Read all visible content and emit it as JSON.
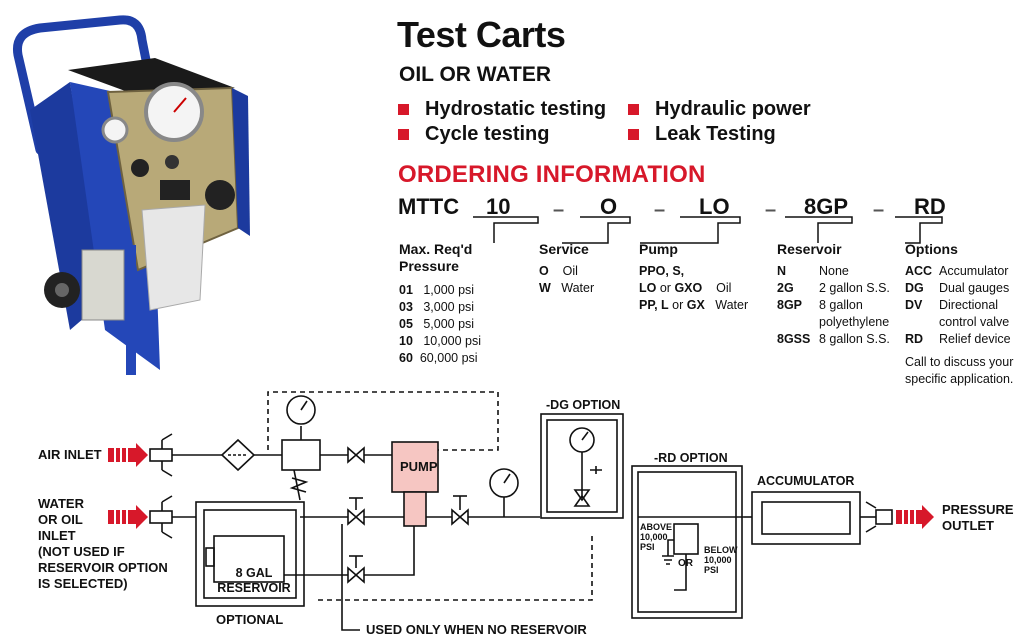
{
  "header": {
    "title": "Test Carts",
    "subtitle": "OIL OR WATER",
    "features": [
      "Hydrostatic testing",
      "Hydraulic power",
      "Cycle testing",
      "Leak Testing"
    ]
  },
  "ordering": {
    "heading": "ORDERING INFORMATION",
    "model": "MTTC",
    "codes": [
      "10",
      "O",
      "LO",
      "8GP",
      "RD"
    ],
    "columns": {
      "pressure": {
        "title_line1": "Max. Req'd",
        "title_line2": "Pressure",
        "rows": [
          {
            "code": "01",
            "desc": "1,000 psi"
          },
          {
            "code": "03",
            "desc": "3,000 psi"
          },
          {
            "code": "05",
            "desc": "5,000 psi"
          },
          {
            "code": "10",
            "desc": "10,000 psi"
          },
          {
            "code": "60",
            "desc": "60,000 psi"
          }
        ]
      },
      "service": {
        "title": "Service",
        "rows": [
          {
            "code": "O",
            "desc": "Oil"
          },
          {
            "code": "W",
            "desc": "Water"
          }
        ]
      },
      "pump": {
        "title": "Pump",
        "row1_code": "PPO, S,",
        "row2_code_a": "LO",
        "row2_or": "or",
        "row2_code_b": "GXO",
        "row2_desc": "Oil",
        "row3_code_a": "PP, L",
        "row3_or": "or",
        "row3_code_b": "GX",
        "row3_desc": "Water"
      },
      "reservoir": {
        "title": "Reservoir",
        "rows": [
          {
            "code": "N",
            "desc": "None"
          },
          {
            "code": "2G",
            "desc": "2 gallon S.S."
          },
          {
            "code": "8GP",
            "desc": "8 gallon"
          },
          {
            "code": "",
            "desc": "polyethylene"
          },
          {
            "code": "8GSS",
            "desc": "8 gallon S.S."
          }
        ]
      },
      "options": {
        "title": "Options",
        "rows": [
          {
            "code": "ACC",
            "desc": "Accumulator"
          },
          {
            "code": "DG",
            "desc": "Dual gauges"
          },
          {
            "code": "DV",
            "desc": "Directional"
          },
          {
            "code": "",
            "desc": "control valve"
          },
          {
            "code": "RD",
            "desc": "Relief device"
          }
        ],
        "note_line1": "Call to discuss your",
        "note_line2": "specific application."
      }
    }
  },
  "diagram": {
    "air_inlet": "AIR INLET",
    "water_inlet": [
      "WATER",
      "OR OIL",
      "INLET",
      "(NOT USED IF",
      "RESERVOIR OPTION",
      "IS SELECTED)"
    ],
    "pump": "PUMP",
    "reservoir": [
      "8 GAL",
      "RESERVOIR"
    ],
    "optional": "OPTIONAL",
    "used_only": "USED ONLY WHEN NO RESERVOIR",
    "dg_option": "-DG OPTION",
    "rd_option": "-RD OPTION",
    "above": [
      "ABOVE",
      "10,000",
      "PSI"
    ],
    "below": [
      "BELOW",
      "10,000",
      "PSI"
    ],
    "or": "OR",
    "accumulator": "ACCUMULATOR",
    "pressure_outlet": [
      "PRESSURE",
      "OUTLET"
    ]
  },
  "colors": {
    "accent_red": "#d7182a",
    "cart_blue": "#1f3fa8",
    "pump_fill": "#f6c6c2"
  }
}
